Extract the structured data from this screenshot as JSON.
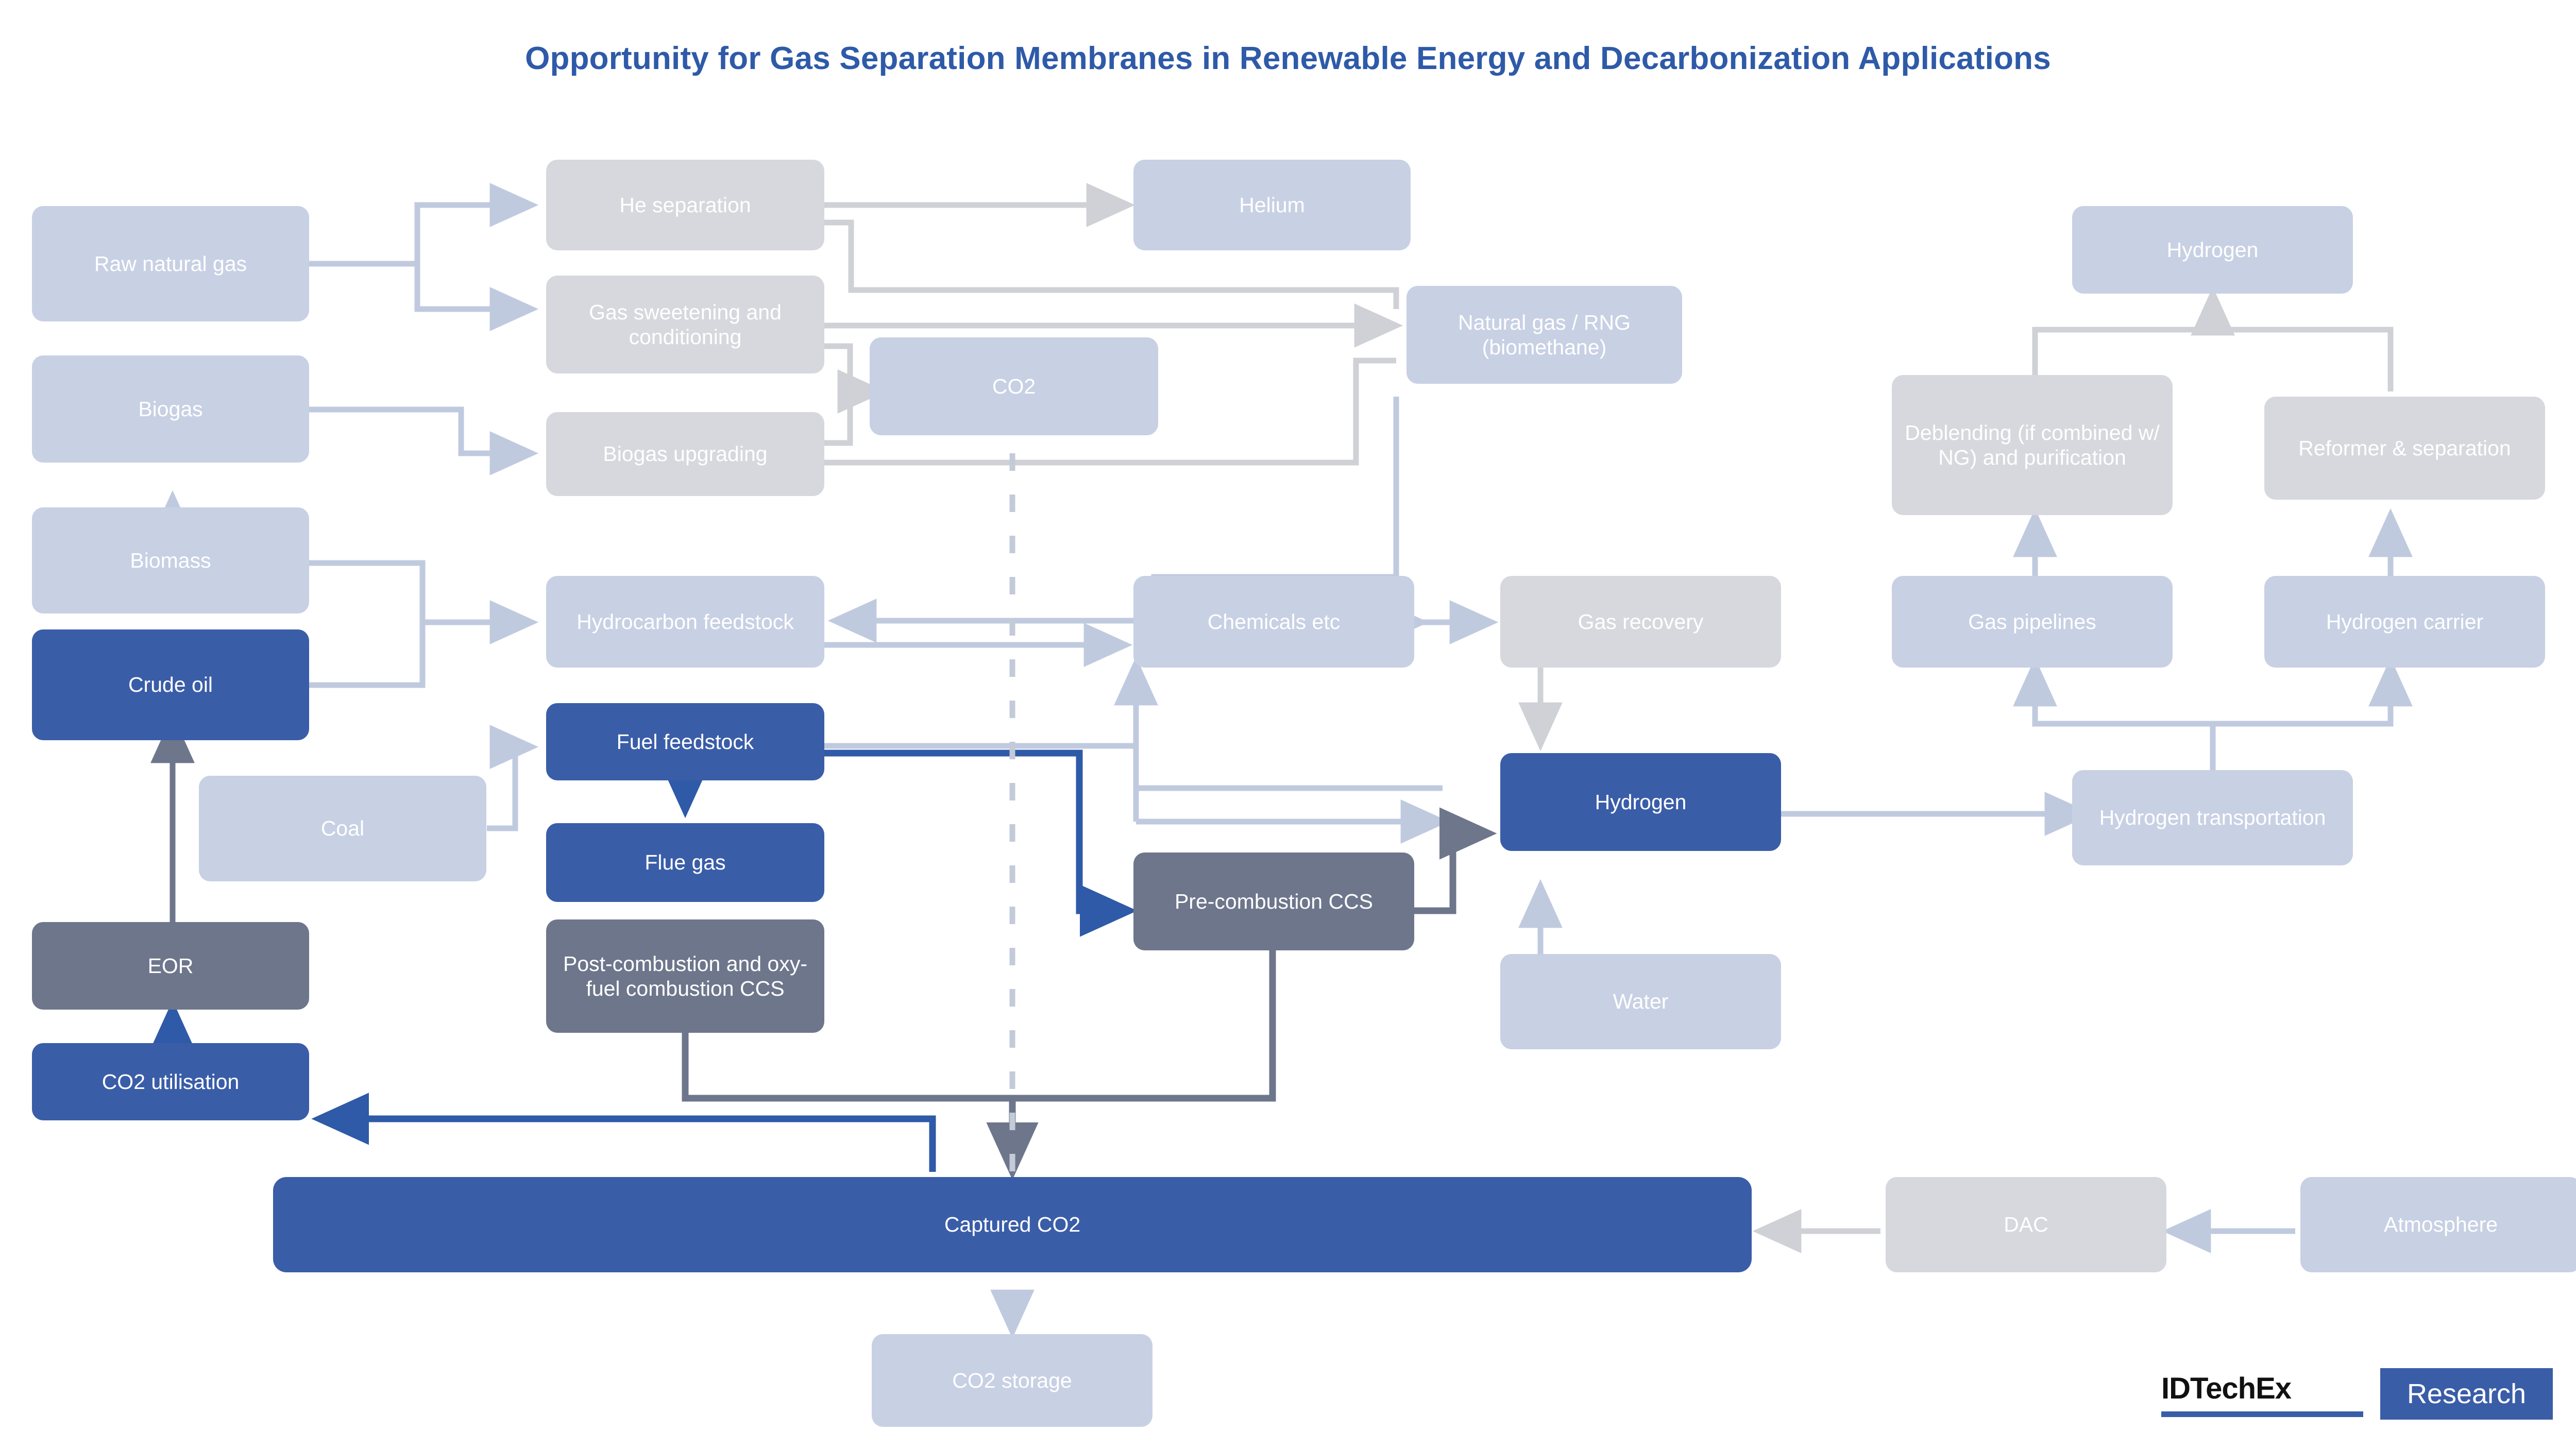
{
  "title": "Opportunity for Gas Separation Membranes in Renewable Energy and Decarbonization Applications",
  "colors": {
    "title": "#2E5AA8",
    "light_blue_node": "#C8D0E4",
    "grey_node": "#D6D8DD",
    "dark_blue_node": "#3A5DA8",
    "slate_node": "#6E768C",
    "light_connector": "#C8D0E4",
    "grey_connector": "#D0D2D6",
    "dark_blue_connector": "#2E5AA8",
    "slate_connector": "#6E768C",
    "background": "#FFFFFF"
  },
  "nodes": {
    "raw_natural_gas": "Raw natural gas",
    "biogas": "Biogas",
    "biomass": "Biomass",
    "crude_oil": "Crude oil",
    "coal": "Coal",
    "eor": "EOR",
    "co2_utilisation": "CO2 utilisation",
    "he_separation": "He separation",
    "gas_sweetening": "Gas sweetening and conditioning",
    "biogas_upgrading": "Biogas upgrading",
    "hydrocarbon_feedstock": "Hydrocarbon feedstock",
    "fuel_feedstock": "Fuel feedstock",
    "flue_gas": "Flue gas",
    "post_combustion_ccs": "Post-combustion and oxy-fuel combustion CCS",
    "co2": "CO2",
    "helium": "Helium",
    "natural_gas_rng": "Natural gas / RNG (biomethane)",
    "chemicals_etc": "Chemicals etc",
    "gas_recovery": "Gas recovery",
    "pre_combustion_ccs": "Pre-combustion CCS",
    "hydrogen_centre": "Hydrogen",
    "water": "Water",
    "hydrogen_top_right": "Hydrogen",
    "deblending": "Deblending (if combined w/ NG) and purification",
    "reformer_separation": "Reformer & separation",
    "gas_pipelines": "Gas pipelines",
    "hydrogen_carrier": "Hydrogen carrier",
    "hydrogen_transportation": "Hydrogen transportation",
    "captured_co2": "Captured CO2",
    "co2_storage": "CO2 storage",
    "dac": "DAC",
    "atmosphere": "Atmosphere"
  },
  "logo": {
    "brand": "IDTechEx",
    "product": "Research"
  }
}
